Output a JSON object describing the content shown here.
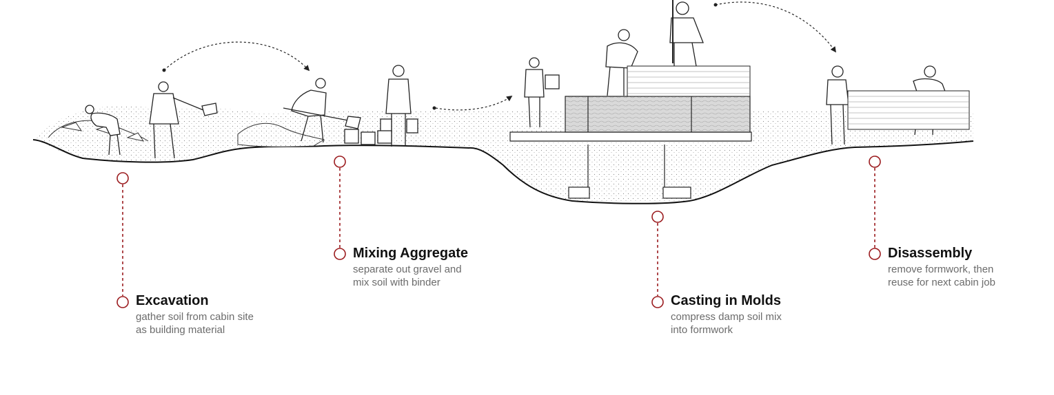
{
  "accent_color": "#9b1b1e",
  "steps": [
    {
      "id": "excavation",
      "title": "Excavation",
      "desc": [
        "gather soil from cabin site",
        "as building material"
      ]
    },
    {
      "id": "mixing",
      "title": "Mixing Aggregate",
      "desc": [
        "separate out gravel and",
        "mix soil with binder"
      ]
    },
    {
      "id": "casting",
      "title": "Casting in Molds",
      "desc": [
        "compress damp soil mix",
        "into formwork"
      ]
    },
    {
      "id": "disassembly",
      "title": "Disassembly",
      "desc": [
        "remove formwork, then",
        "reuse for next cabin job"
      ]
    }
  ]
}
